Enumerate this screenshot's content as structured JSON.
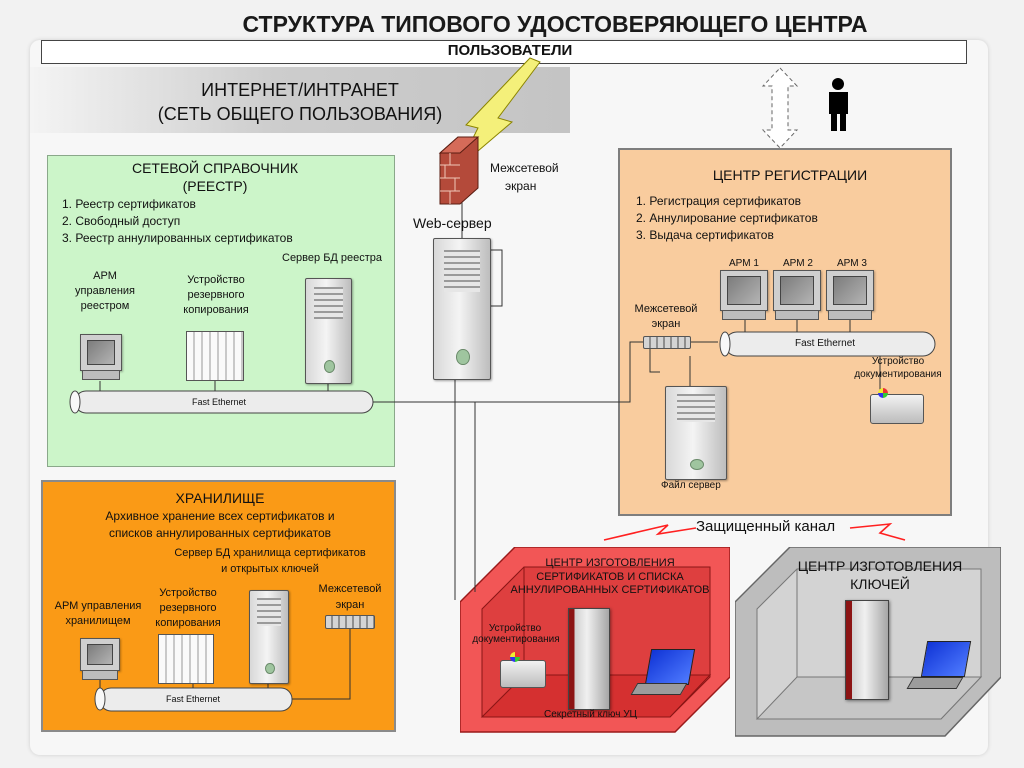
{
  "title": "СТРУКТУРА ТИПОВОГО УДОСТОВЕРЯЮЩЕГО ЦЕНТРА",
  "users_bar": "ПОЛЬЗОВАТЕЛИ",
  "internet": {
    "line1": "ИНТЕРНЕТ/ИНТРАНЕТ",
    "line2": "(СЕТЬ ОБЩЕГО ПОЛЬЗОВАНИЯ)"
  },
  "firewall_top": {
    "line1": "Межсетевой",
    "line2": "экран"
  },
  "web_server": "Web-сервер",
  "directory": {
    "title1": "СЕТЕВОЙ СПРАВОЧНИК",
    "title2": "(РЕЕСТР)",
    "items": [
      "1. Реестр сертификатов",
      "2. Свободный доступ",
      "3. Реестр аннулированных сертификатов"
    ],
    "arm": [
      "АРМ",
      "управления",
      "реестром"
    ],
    "backup": [
      "Устройство",
      "резервного",
      "копирования"
    ],
    "db_server": "Сервер БД реестра",
    "ethernet": "Fast Ethernet"
  },
  "registration": {
    "title": "ЦЕНТР РЕГИСТРАЦИИ",
    "items": [
      "1. Регистрация сертификатов",
      "2. Аннулирование сертификатов",
      "3. Выдача сертификатов"
    ],
    "arms": [
      "АРМ 1",
      "АРМ 2",
      "АРМ 3"
    ],
    "firewall": [
      "Межсетевой",
      "экран"
    ],
    "ethernet": "Fast Ethernet",
    "printer": [
      "Устройство",
      "документирования"
    ],
    "file_server": "Файл сервер"
  },
  "storage": {
    "title": "ХРАНИЛИЩЕ",
    "desc1": "Архивное хранение всех сертификатов и",
    "desc2": "списков аннулированных сертификатов",
    "db_server1": "Сервер БД хранилища сертификатов",
    "db_server2": "и открытых ключей",
    "arm": [
      "АРМ управления",
      "хранилищем"
    ],
    "backup": [
      "Устройство",
      "резервного",
      "копирования"
    ],
    "firewall": [
      "Межсетевой",
      "экран"
    ],
    "ethernet": "Fast Ethernet"
  },
  "secure_channel": "Защищенный канал",
  "cert_center": {
    "title": [
      "ЦЕНТР ИЗГОТОВЛЕНИЯ",
      "СЕРТИФИКАТОВ И СПИСКА",
      "АННУЛИРОВАННЫХ СЕРТИФИКАТОВ"
    ],
    "printer": [
      "Устройство",
      "документирования"
    ],
    "secret_key": "Секретный ключ УЦ"
  },
  "key_center": {
    "title": [
      "ЦЕНТР ИЗГОТОВЛЕНИЯ",
      "КЛЮЧЕЙ"
    ]
  },
  "colors": {
    "directory_bg": "#ccf5c9",
    "registration_bg": "#f9cc9e",
    "storage_bg": "#fa9a16",
    "cert_room": "#f25656",
    "key_room": "#bdbdbd",
    "lightning": "#f4f07a"
  }
}
